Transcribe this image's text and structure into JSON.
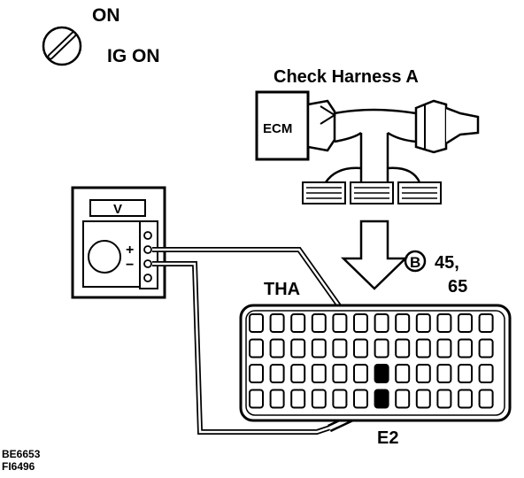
{
  "ignition": {
    "state": "ON",
    "caption": "IG ON"
  },
  "harness": {
    "title": "Check Harness A",
    "ecm_label": "ECM"
  },
  "meter": {
    "label": "V",
    "plus": "+",
    "minus": "−"
  },
  "connector": {
    "callout_letter": "B",
    "callout_pins_line1": "45,",
    "callout_pins_line2": "65",
    "terminal_top_label": "THA",
    "terminal_bottom_label": "E2"
  },
  "figure_codes": [
    "BE6653",
    "FI6496"
  ]
}
